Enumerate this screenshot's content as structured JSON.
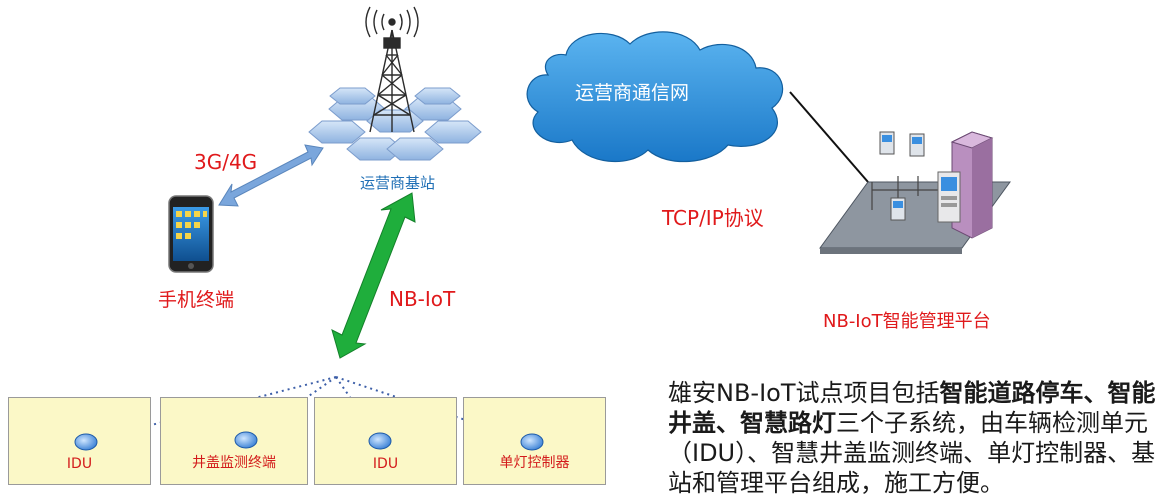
{
  "nodes": {
    "base_station": "运营商基站",
    "phone": "手机终端",
    "cloud": "运营商通信网",
    "platform": "NB-IoT智能管理平台"
  },
  "links": {
    "phone_base": "3G/4G",
    "base_devices": "NB-IoT",
    "cloud_platform": "TCP/IP协议"
  },
  "devices": [
    "IDU",
    "井盖监测终端",
    "IDU",
    "单灯控制器"
  ],
  "description": {
    "part1": "雄安NB-IoT试点项目包括",
    "bold1": "智能道路停车、智能井盖、智慧路灯",
    "part2": "三个子系统，由车辆检测单元（IDU）、智慧井盖监测终端、单灯控制器、基站和管理平台组成，施工方便。"
  },
  "colors": {
    "label_red": "#e0191b",
    "label_blue": "#1f6fb5",
    "cloud_fill": "#2e8fd8",
    "arrow_green": "#1fae3c",
    "arrow_blue": "#7aa6dc",
    "box_fill": "#fbf8c7",
    "hex_blue": "#a8c6ea"
  },
  "icons": [
    "signal-tower-icon",
    "smartphone-icon",
    "cloud-icon",
    "server-platform-icon",
    "sensor-node-icon"
  ]
}
